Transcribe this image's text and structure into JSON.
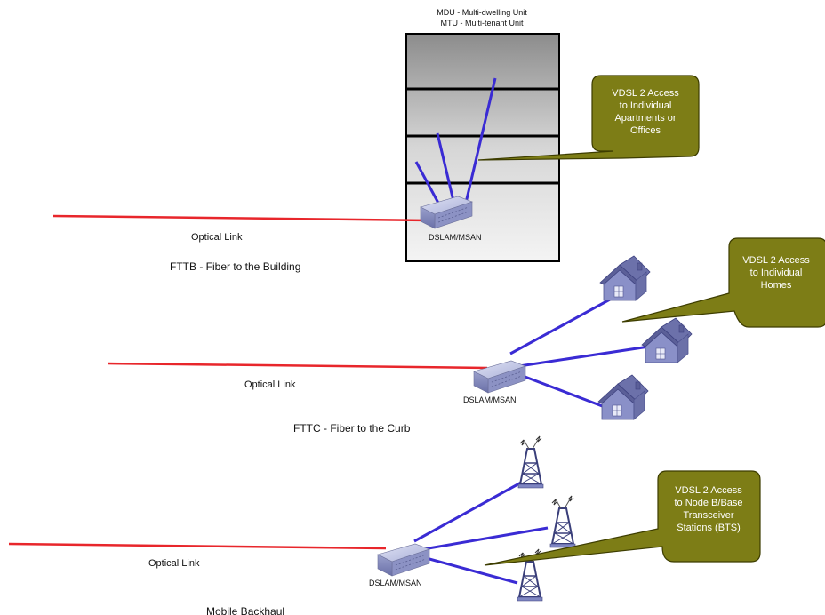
{
  "building": {
    "header_line1": "MDU - Multi-dwelling Unit",
    "header_line2": "MTU - Multi-tenant Unit"
  },
  "scenarios": {
    "fttb": {
      "link_label": "Optical Link",
      "device_label": "DSLAM/MSAN",
      "caption": "FTTB - Fiber to the Building",
      "callout": [
        "VDSL 2 Access",
        "to Individual",
        "Apartments or",
        "Offices"
      ]
    },
    "fttc": {
      "link_label": "Optical Link",
      "device_label": "DSLAM/MSAN",
      "caption": "FTTC - Fiber to the Curb",
      "callout": [
        "VDSL 2 Access",
        "to Individual",
        "Homes"
      ]
    },
    "backhaul": {
      "link_label": "Optical Link",
      "device_label": "DSLAM/MSAN",
      "caption": "Mobile Backhaul",
      "callout": [
        "VDSL 2 Access",
        "to Node B/Base",
        "Transceiver",
        "Stations  (BTS)"
      ]
    }
  },
  "colors": {
    "fiber": "#e8262b",
    "copper": "#3a2bd4",
    "callout_fill": "#7d7d16",
    "device": "#a9aed6",
    "house": "#7f86c2"
  }
}
